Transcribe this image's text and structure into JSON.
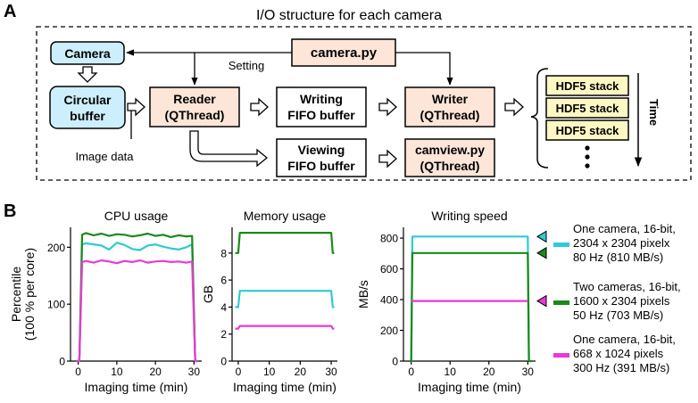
{
  "panel_a": {
    "label": "A",
    "title": "I/O structure for each camera",
    "boxes": {
      "camera": "Camera",
      "camera_py": "camera.py",
      "circular": [
        "Circular",
        "buffer"
      ],
      "reader": [
        "Reader",
        "(QThread)"
      ],
      "writing_fifo": [
        "Writing",
        "FIFO buffer"
      ],
      "writer": [
        "Writer",
        "(QThread)"
      ],
      "viewing_fifo": [
        "Viewing",
        "FIFO buffer"
      ],
      "camview": [
        "camview.py",
        "(QThread)"
      ],
      "hdf5": "HDF5 stack"
    },
    "labels": {
      "setting": "Setting",
      "image_data": "Image data",
      "time": "Time"
    },
    "colors": {
      "camera_fill": "#cdeefc",
      "thread_fill": "#fde5d8",
      "hdf5_fill": "#fdf7c3",
      "box_fill": "#ffffff"
    }
  },
  "panel_b": {
    "label": "B"
  },
  "chart_data": [
    {
      "type": "line",
      "title": "CPU usage",
      "xlabel": "Imaging time (min)",
      "ylabel": [
        "Percentile",
        "(100 % per core)"
      ],
      "xlim": [
        -2,
        32
      ],
      "ylim": [
        0,
        235
      ],
      "xticks": [
        0,
        10,
        20,
        30
      ],
      "yticks": [
        0,
        100,
        200
      ],
      "series": [
        {
          "color": "#2ecbd0",
          "x": [
            -0.5,
            0.3,
            1,
            2,
            4,
            6,
            8,
            10,
            12,
            14,
            16,
            18,
            20,
            22,
            24,
            26,
            28,
            29.5,
            30.3,
            31
          ],
          "values": [
            0,
            0,
            205,
            207,
            205,
            203,
            196,
            208,
            204,
            197,
            195,
            203,
            205,
            201,
            198,
            196,
            200,
            205,
            0,
            0
          ]
        },
        {
          "color": "#1a8a1a",
          "x": [
            -0.5,
            0.3,
            1,
            2,
            4,
            6,
            8,
            10,
            12,
            14,
            16,
            18,
            20,
            22,
            24,
            26,
            28,
            29.5,
            30.3,
            31
          ],
          "values": [
            0,
            0,
            222,
            225,
            221,
            224,
            220,
            223,
            222,
            219,
            221,
            224,
            220,
            222,
            218,
            221,
            219,
            220,
            0,
            0
          ]
        },
        {
          "color": "#e83ad4",
          "x": [
            -0.5,
            0.3,
            1,
            2,
            4,
            6,
            8,
            10,
            12,
            14,
            16,
            18,
            20,
            22,
            24,
            26,
            28,
            29.5,
            30.3,
            31
          ],
          "values": [
            0,
            0,
            174,
            176,
            173,
            177,
            175,
            172,
            176,
            174,
            177,
            173,
            175,
            176,
            174,
            175,
            173,
            175,
            0,
            0
          ]
        }
      ]
    },
    {
      "type": "line",
      "title": "Memory usage",
      "xlabel": "Imaging time (min)",
      "ylabel": "GB",
      "xlim": [
        -2,
        32
      ],
      "ylim": [
        0,
        9.9
      ],
      "xticks": [
        0,
        10,
        20,
        30
      ],
      "yticks": [
        0,
        2,
        4,
        6,
        8
      ],
      "series": [
        {
          "color": "#1a8a1a",
          "x": [
            -1,
            0,
            0.5,
            30,
            30.5,
            31
          ],
          "values": [
            8.0,
            8.0,
            9.5,
            9.5,
            8.0,
            8.0
          ]
        },
        {
          "color": "#2ecbd0",
          "x": [
            -1,
            0,
            0.5,
            30,
            30.5,
            31
          ],
          "values": [
            4.0,
            4.0,
            5.2,
            5.2,
            4.0,
            4.0
          ]
        },
        {
          "color": "#e83ad4",
          "x": [
            -1,
            0,
            0.5,
            30,
            30.5,
            31
          ],
          "values": [
            2.4,
            2.4,
            2.6,
            2.6,
            2.4,
            2.4
          ]
        }
      ]
    },
    {
      "type": "line",
      "title": "Writing speed",
      "xlabel": "Imaging time (min)",
      "ylabel": "MB/s",
      "xlim": [
        -2,
        32
      ],
      "ylim": [
        0,
        870
      ],
      "xticks": [
        0,
        10,
        20,
        30
      ],
      "yticks": [
        0,
        200,
        400,
        600,
        800
      ],
      "series": [
        {
          "color": "#2ecbd0",
          "x": [
            -0.5,
            0,
            0.3,
            30,
            30.3,
            31
          ],
          "values": [
            0,
            0,
            810,
            810,
            0,
            0
          ]
        },
        {
          "color": "#1a8a1a",
          "x": [
            -0.5,
            0,
            0.3,
            30,
            30.3,
            31
          ],
          "values": [
            0,
            0,
            703,
            703,
            0,
            0
          ]
        },
        {
          "color": "#e83ad4",
          "x": [
            0,
            30
          ],
          "values": [
            391,
            391
          ]
        }
      ],
      "markers": [
        {
          "value": 810,
          "color": "#2ecbd0"
        },
        {
          "value": 703,
          "color": "#1a8a1a"
        },
        {
          "value": 391,
          "color": "#e83ad4"
        }
      ]
    }
  ],
  "legend": [
    {
      "color": "#2ecbd0",
      "lines": [
        "One camera, 16-bit,",
        "2304 x 2304 pixelx",
        "80 Hz (810 MB/s)"
      ]
    },
    {
      "color": "#1a8a1a",
      "lines": [
        "Two cameras, 16-bit,",
        "1600 x 2304 pixels",
        "50 Hz (703 MB/s)"
      ]
    },
    {
      "color": "#e83ad4",
      "lines": [
        "One camera, 16-bit,",
        "668 x 1024 pixels",
        "300 Hz (391 MB/s)"
      ]
    }
  ]
}
